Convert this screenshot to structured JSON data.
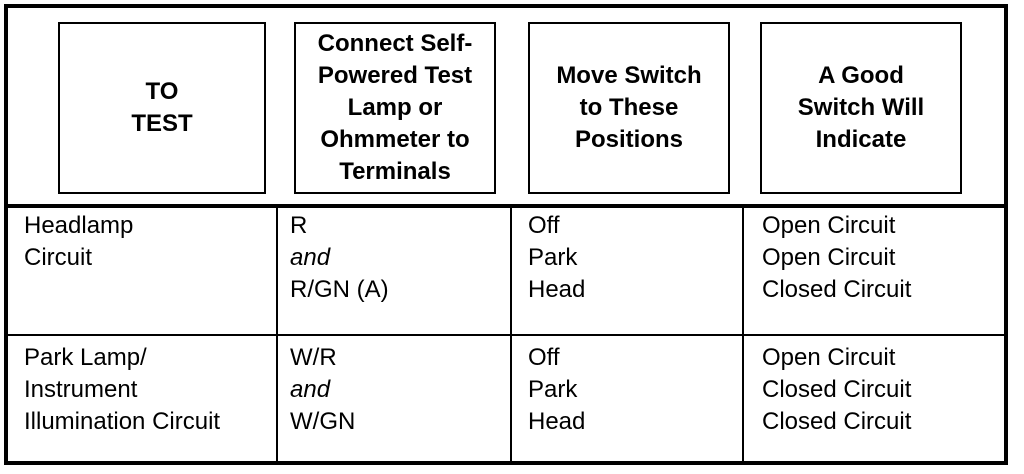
{
  "headers": [
    "TO\nTEST",
    "Connect Self-\nPowered Test\nLamp or\nOhmmeter to\nTerminals",
    "Move Switch\nto These\nPositions",
    "A Good\nSwitch Will\nIndicate"
  ],
  "rows": [
    {
      "test": [
        "Headlamp",
        "Circuit"
      ],
      "terminals": [
        "R",
        "and",
        "R/GN (A)"
      ],
      "positions": [
        "Off",
        "Park",
        "Head"
      ],
      "indications": [
        "Open Circuit",
        "Open Circuit",
        "Closed Circuit"
      ]
    },
    {
      "test": [
        "Park Lamp/",
        "Instrument",
        "Illumination Circuit"
      ],
      "terminals": [
        "W/R",
        "and",
        "W/GN"
      ],
      "positions": [
        "Off",
        "Park",
        "Head"
      ],
      "indications": [
        "Open Circuit",
        "Closed Circuit",
        "Closed Circuit"
      ]
    }
  ]
}
